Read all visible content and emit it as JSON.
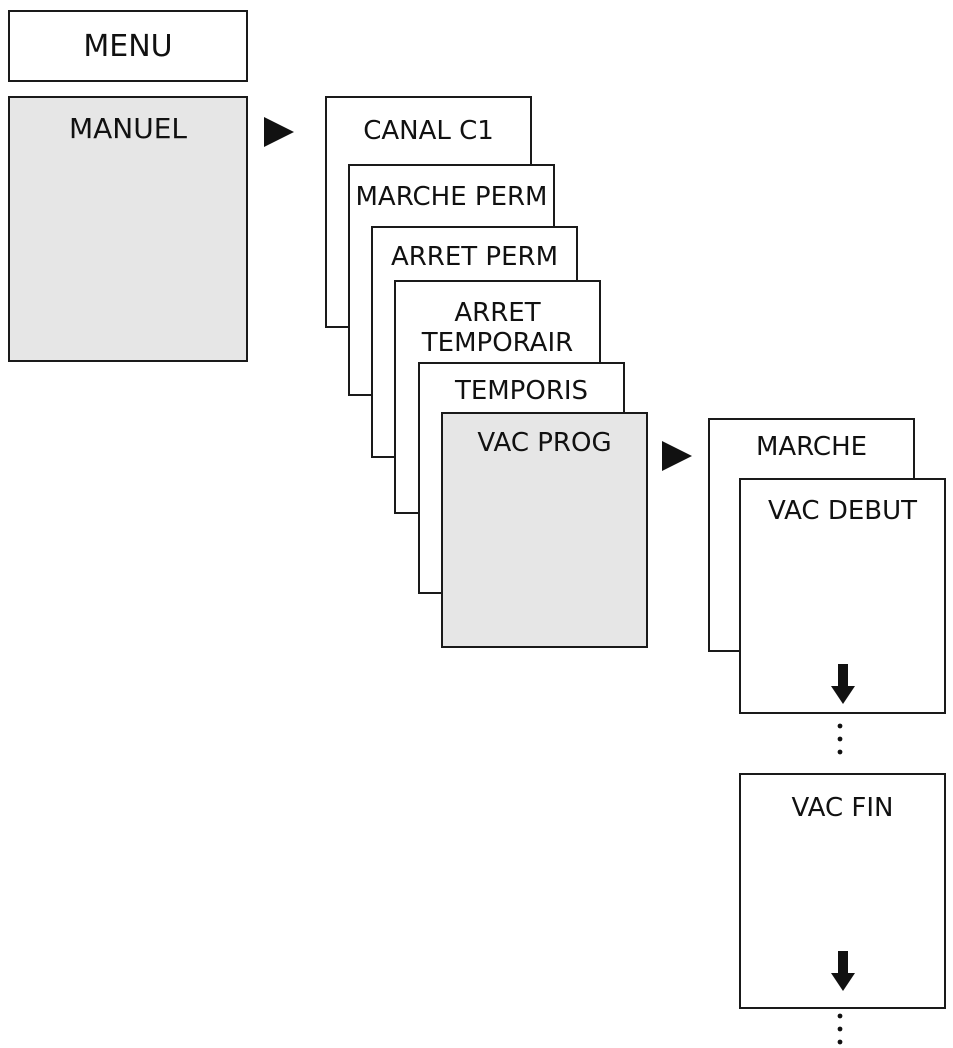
{
  "menu": {
    "title": "MENU"
  },
  "manuel": {
    "label": "MANUEL"
  },
  "channel_menu": {
    "items": [
      "CANAL C1",
      "MARCHE PERM",
      "ARRET PERM",
      "ARRET\nTEMPORAIR",
      "TEMPORIS",
      "VAC PROG"
    ]
  },
  "vacation_menu": {
    "items": [
      "MARCHE",
      "VAC DEBUT"
    ]
  },
  "vac_fin": {
    "label": "VAC FIN"
  },
  "colors": {
    "highlight": "#e6e6e6",
    "border": "#1a1a1a"
  }
}
